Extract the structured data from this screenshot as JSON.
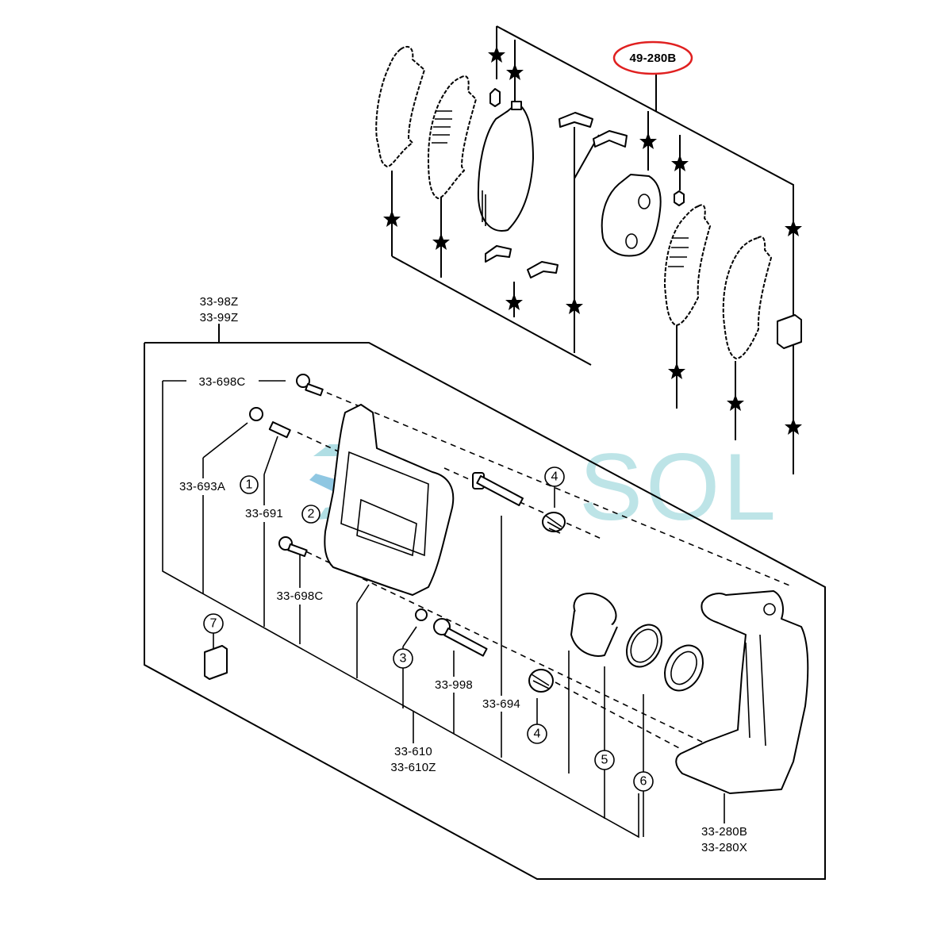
{
  "diagram": {
    "title": "Front brake caliper exploded parts diagram",
    "highlight_color": "#e02020",
    "highlighted_part": "49-280B",
    "labels": {
      "pad_kit": "49-280B",
      "caliper_assy_1": "33-98Z",
      "caliper_assy_2": "33-99Z",
      "bolt_top": "33-698C",
      "bleeder_cap": "33-693A",
      "bleeder_screw": "33-691",
      "bolt_bottom": "33-698C",
      "guide_pin_lower": "33-998",
      "guide_pin_upper": "33-694",
      "caliper_body_1": "33-610",
      "caliper_body_2": "33-610Z",
      "bracket_1": "33-280B",
      "bracket_2": "33-280X"
    },
    "callouts": [
      "1",
      "2",
      "3",
      "4",
      "4",
      "5",
      "6",
      "7"
    ],
    "star_marker": "★"
  },
  "watermark": {
    "text": "SOL",
    "colors": [
      "#8fd0d8",
      "#6ab4d8",
      "#9fd8c0"
    ]
  }
}
